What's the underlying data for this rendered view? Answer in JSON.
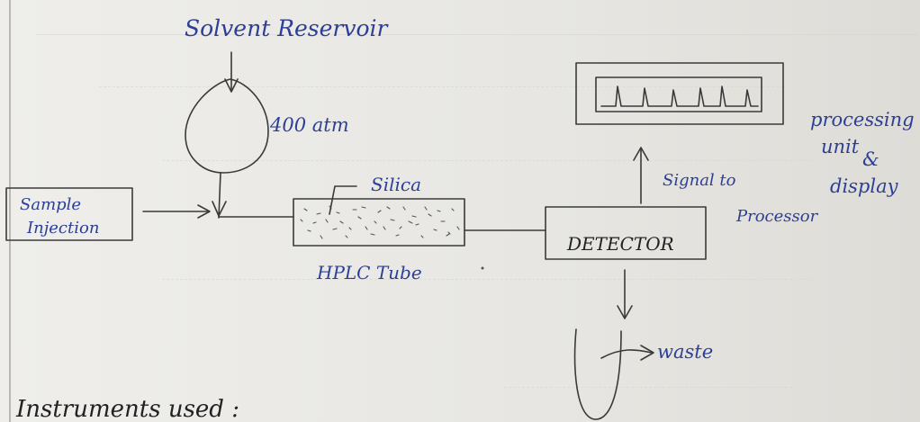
{
  "diagram": {
    "title": "Solvent Reservoir",
    "pressure_label": "400 atm",
    "sample_label_line1": "Sample",
    "sample_label_line2": "Injection",
    "silica_label": "Silica",
    "tube_label": "HPLC Tube",
    "detector_label": "DETECTOR",
    "signal_line1": "Signal to",
    "signal_line2": "Processor",
    "display_line1": "processing",
    "display_line2": "unit",
    "display_line3": "&",
    "display_line4": "display",
    "waste_label": "waste"
  },
  "footer": {
    "heading": "Instruments used :"
  },
  "colors": {
    "ink_blue": "#2c3f96",
    "pencil": "#3a3a3a",
    "paper": "#e9e8e4"
  }
}
